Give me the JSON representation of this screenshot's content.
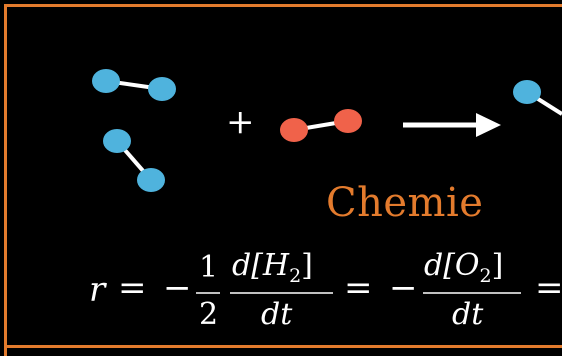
{
  "title": "Chemie",
  "equation": {
    "lhs": "r",
    "eq1": "=",
    "minus1": "−",
    "half_num": "1",
    "half_den": "2",
    "frac1_num_d": "d[H",
    "frac1_num_sub": "2",
    "frac1_num_close": "]",
    "frac1_den": "dt",
    "eq2": "=",
    "minus2": "−",
    "frac2_num_d": "d[O",
    "frac2_num_sub": "2",
    "frac2_num_close": "]",
    "frac2_den": "dt",
    "eq3": "="
  },
  "reaction": {
    "plus": "+"
  },
  "colors": {
    "hydrogen": "#4fb3dd",
    "oxygen": "#f0624a",
    "accent": "#e37b2d",
    "text": "#ffffff"
  }
}
